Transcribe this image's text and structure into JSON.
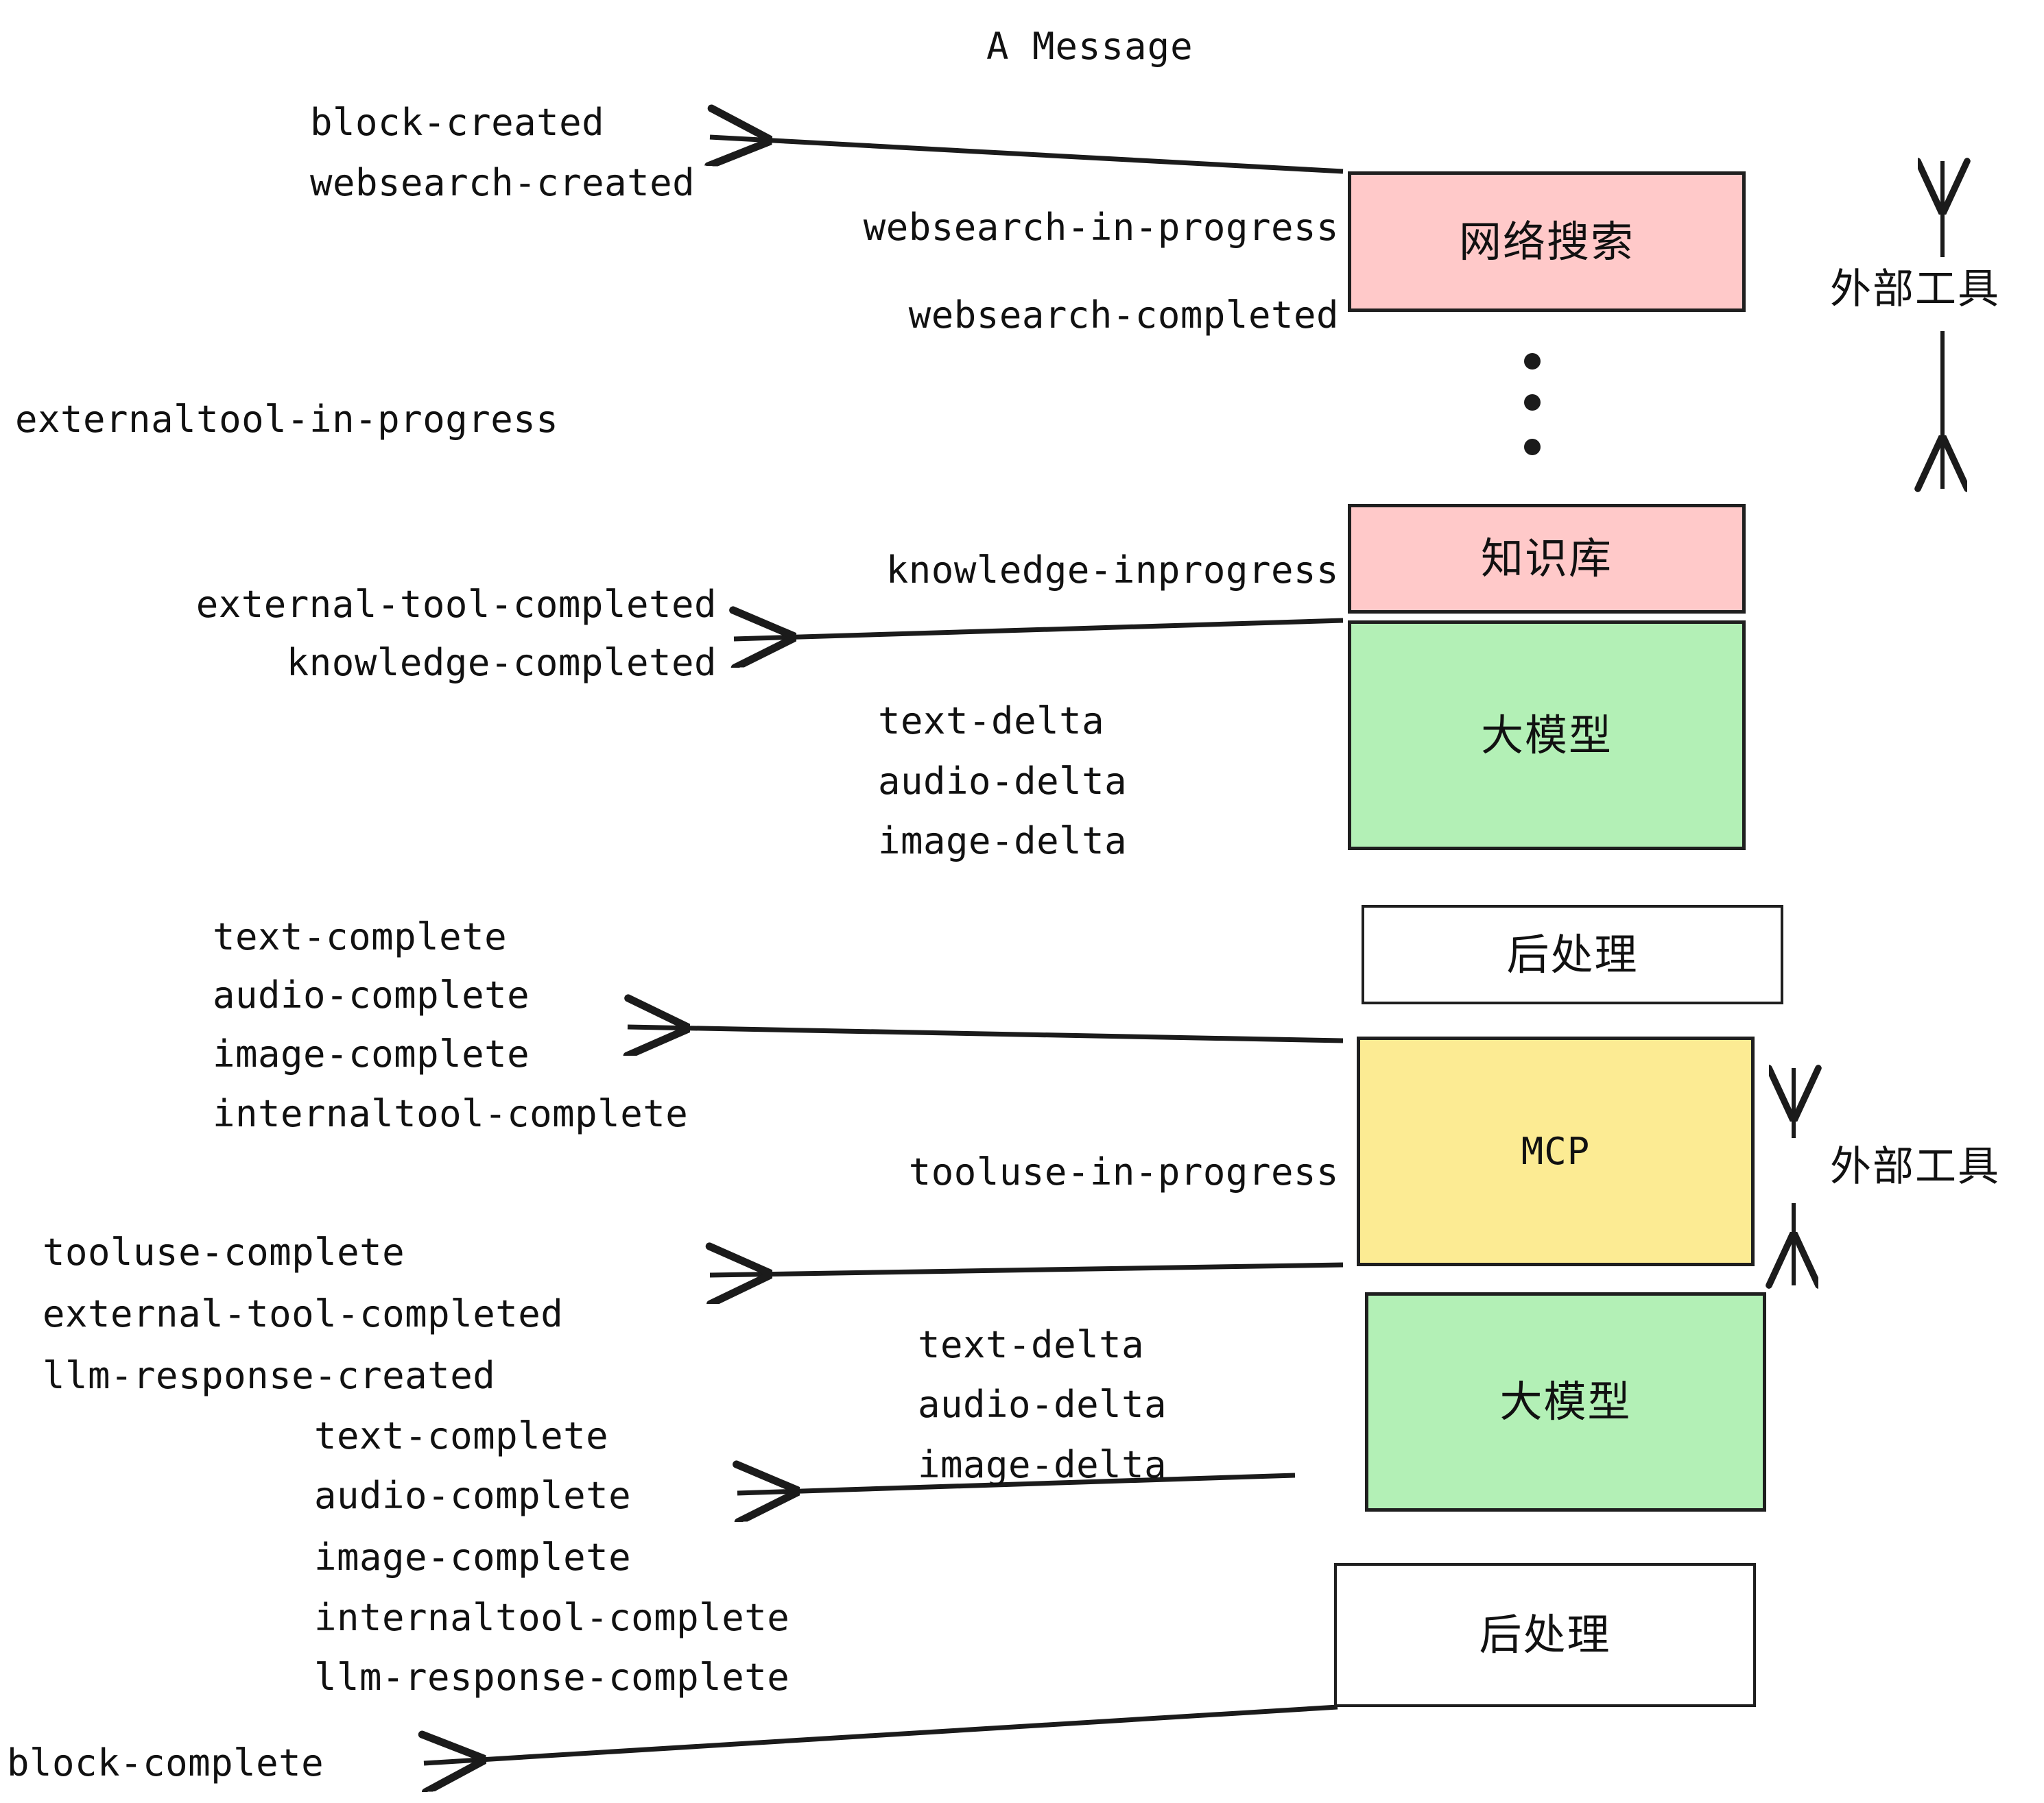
{
  "title": "A Message",
  "colors": {
    "external_tool_fill": "#FFC9C9",
    "llm_fill": "#B3F0B6",
    "mcp_fill": "#FCEB93",
    "postprocess_fill": "#FFFFFF",
    "stroke": "#1F1F1F",
    "text": "#111111",
    "background": "#FFFFFF"
  },
  "nodes": [
    {
      "id": "websearch",
      "label": "网络搜索",
      "fill": "#FFC9C9"
    },
    {
      "id": "knowledge",
      "label": "知识库",
      "fill": "#FFC9C9"
    },
    {
      "id": "llm-top",
      "label": "大模型",
      "fill": "#B3F0B6"
    },
    {
      "id": "postprocess-top",
      "label": "后处理",
      "fill": "#FFFFFF"
    },
    {
      "id": "mcp",
      "label": "MCP",
      "fill": "#FCEB93"
    },
    {
      "id": "llm-bottom",
      "label": "大模型",
      "fill": "#B3F0B6"
    },
    {
      "id": "postprocess-bottom",
      "label": "后处理",
      "fill": "#FFFFFF"
    }
  ],
  "side_labels": [
    {
      "id": "external-tool-upper",
      "label": "外部工具"
    },
    {
      "id": "external-tool-lower",
      "label": "外部工具"
    }
  ],
  "ellipsis": {
    "count": 3
  },
  "events": [
    {
      "id": "block-created",
      "text": "block-created"
    },
    {
      "id": "websearch-created",
      "text": "websearch-created"
    },
    {
      "id": "websearch-in-progress",
      "text": "websearch-in-progress"
    },
    {
      "id": "websearch-completed",
      "text": "websearch-completed"
    },
    {
      "id": "externaltool-in-progress",
      "text": "externaltool-in-progress"
    },
    {
      "id": "knowledge-inprogress",
      "text": "knowledge-inprogress"
    },
    {
      "id": "external-tool-completed-1",
      "text": "external-tool-completed"
    },
    {
      "id": "knowledge-completed",
      "text": "knowledge-completed"
    },
    {
      "id": "text-delta-1",
      "text": "text-delta"
    },
    {
      "id": "audio-delta-1",
      "text": "audio-delta"
    },
    {
      "id": "image-delta-1",
      "text": "image-delta"
    },
    {
      "id": "text-complete-1",
      "text": "text-complete"
    },
    {
      "id": "audio-complete-1",
      "text": "audio-complete"
    },
    {
      "id": "image-complete-1",
      "text": "image-complete"
    },
    {
      "id": "internaltool-complete-1",
      "text": "internaltool-complete"
    },
    {
      "id": "tooluse-in-progress",
      "text": "tooluse-in-progress"
    },
    {
      "id": "tooluse-complete",
      "text": "tooluse-complete"
    },
    {
      "id": "external-tool-completed-2",
      "text": "external-tool-completed"
    },
    {
      "id": "llm-response-created",
      "text": "llm-response-created"
    },
    {
      "id": "text-delta-2",
      "text": "text-delta"
    },
    {
      "id": "audio-delta-2",
      "text": "audio-delta"
    },
    {
      "id": "image-delta-2",
      "text": "image-delta"
    },
    {
      "id": "text-complete-2",
      "text": "text-complete"
    },
    {
      "id": "audio-complete-2",
      "text": "audio-complete"
    },
    {
      "id": "image-complete-2",
      "text": "image-complete"
    },
    {
      "id": "internaltool-complete-2",
      "text": "internaltool-complete"
    },
    {
      "id": "llm-response-complete",
      "text": "llm-response-complete"
    },
    {
      "id": "block-complete",
      "text": "block-complete"
    }
  ]
}
